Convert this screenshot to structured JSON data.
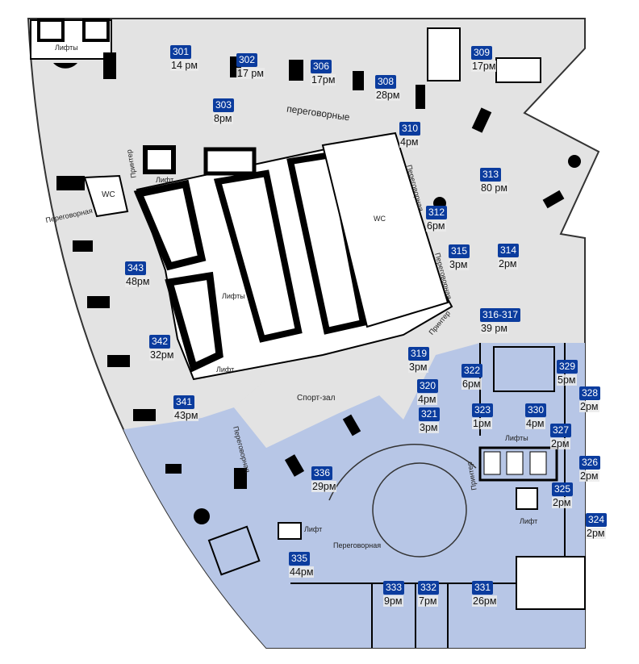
{
  "colors": {
    "gray_zone": "#e3e3e3",
    "blue_zone": "#b7c6e6",
    "badge": "#0b3c9e",
    "wall": "#000000"
  },
  "rooms": [
    {
      "id": "301",
      "capacity": "14 рм"
    },
    {
      "id": "302",
      "capacity": "17 рм"
    },
    {
      "id": "306",
      "capacity": "17рм"
    },
    {
      "id": "308",
      "capacity": "28рм"
    },
    {
      "id": "309",
      "capacity": "17рм"
    },
    {
      "id": "303",
      "capacity": "8рм"
    },
    {
      "id": "310",
      "capacity": "4рм"
    },
    {
      "id": "313",
      "capacity": "80 рм"
    },
    {
      "id": "312",
      "capacity": "6рм"
    },
    {
      "id": "315",
      "capacity": "3рм"
    },
    {
      "id": "314",
      "capacity": "2рм"
    },
    {
      "id": "316-317",
      "capacity": "39 рм"
    },
    {
      "id": "343",
      "capacity": "48рм"
    },
    {
      "id": "342",
      "capacity": "32рм"
    },
    {
      "id": "341",
      "capacity": "43рм"
    },
    {
      "id": "319",
      "capacity": "3рм"
    },
    {
      "id": "320",
      "capacity": "4рм"
    },
    {
      "id": "322",
      "capacity": "6рм"
    },
    {
      "id": "321",
      "capacity": "3рм"
    },
    {
      "id": "323",
      "capacity": "1рм"
    },
    {
      "id": "330",
      "capacity": "4рм"
    },
    {
      "id": "329",
      "capacity": "5рм"
    },
    {
      "id": "328",
      "capacity": "2рм"
    },
    {
      "id": "327",
      "capacity": "2рм"
    },
    {
      "id": "326",
      "capacity": "2рм"
    },
    {
      "id": "325",
      "capacity": "2рм"
    },
    {
      "id": "324",
      "capacity": "2рм"
    },
    {
      "id": "336",
      "capacity": "29рм"
    },
    {
      "id": "335",
      "capacity": "44рм"
    },
    {
      "id": "333",
      "capacity": "9рм"
    },
    {
      "id": "332",
      "capacity": "7рм"
    },
    {
      "id": "331",
      "capacity": "26рм"
    }
  ],
  "labels": {
    "lifts_top": "Лифты",
    "lifts_mid": "Лифты",
    "lifts_right": "Лифты",
    "lift_a": "Лифт",
    "lift_b": "Лифт",
    "lift_c": "Лифт",
    "lift_d": "Лифт",
    "wc_left": "WC",
    "wc_center": "WC",
    "meeting_left": "Переговорная",
    "meetings_top": "переговорные",
    "meeting_312": "Переговорная",
    "meeting_315": "Переговорная",
    "meeting_336": "Переговорная",
    "meeting_335": "Переговорная",
    "printer_left": "Принтер",
    "printer_center": "Принтер",
    "printer_right": "Принтер",
    "gym": "Спорт-зал"
  }
}
